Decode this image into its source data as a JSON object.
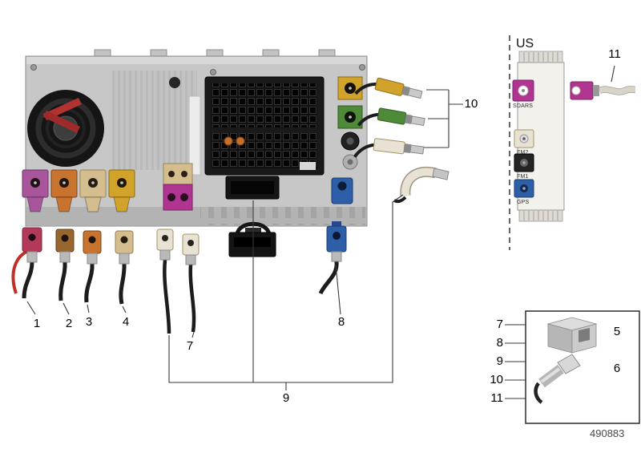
{
  "meta": {
    "part_number": "490883",
    "region_label": "US"
  },
  "callouts": {
    "item1": "1",
    "item2": "2",
    "item3": "3",
    "item4": "4",
    "item5": "5",
    "item6": "6",
    "item7": "7",
    "item8": "8",
    "item9": "9",
    "item10": "10",
    "item11": "11"
  },
  "legend": {
    "refs": [
      "7",
      "8",
      "9",
      "10",
      "11"
    ]
  },
  "module_ports": [
    {
      "label": "SDARS"
    },
    {
      "label": "FM2"
    },
    {
      "label": "FM1"
    },
    {
      "label": "GPS"
    }
  ],
  "colors": {
    "violet": "#a8559c",
    "orange": "#c8742e",
    "beige": "#d4bd8e",
    "curry": "#d2a32b",
    "raspberry": "#b23a58",
    "brown": "#96662e",
    "green": "#4e8a38",
    "blue": "#2d5fa8",
    "magenta": "#b03590",
    "cream": "#e7e2d3",
    "cable_black": "#1c1c1c",
    "cable_red": "#c03028",
    "cable_white": "#d8d4c9"
  }
}
